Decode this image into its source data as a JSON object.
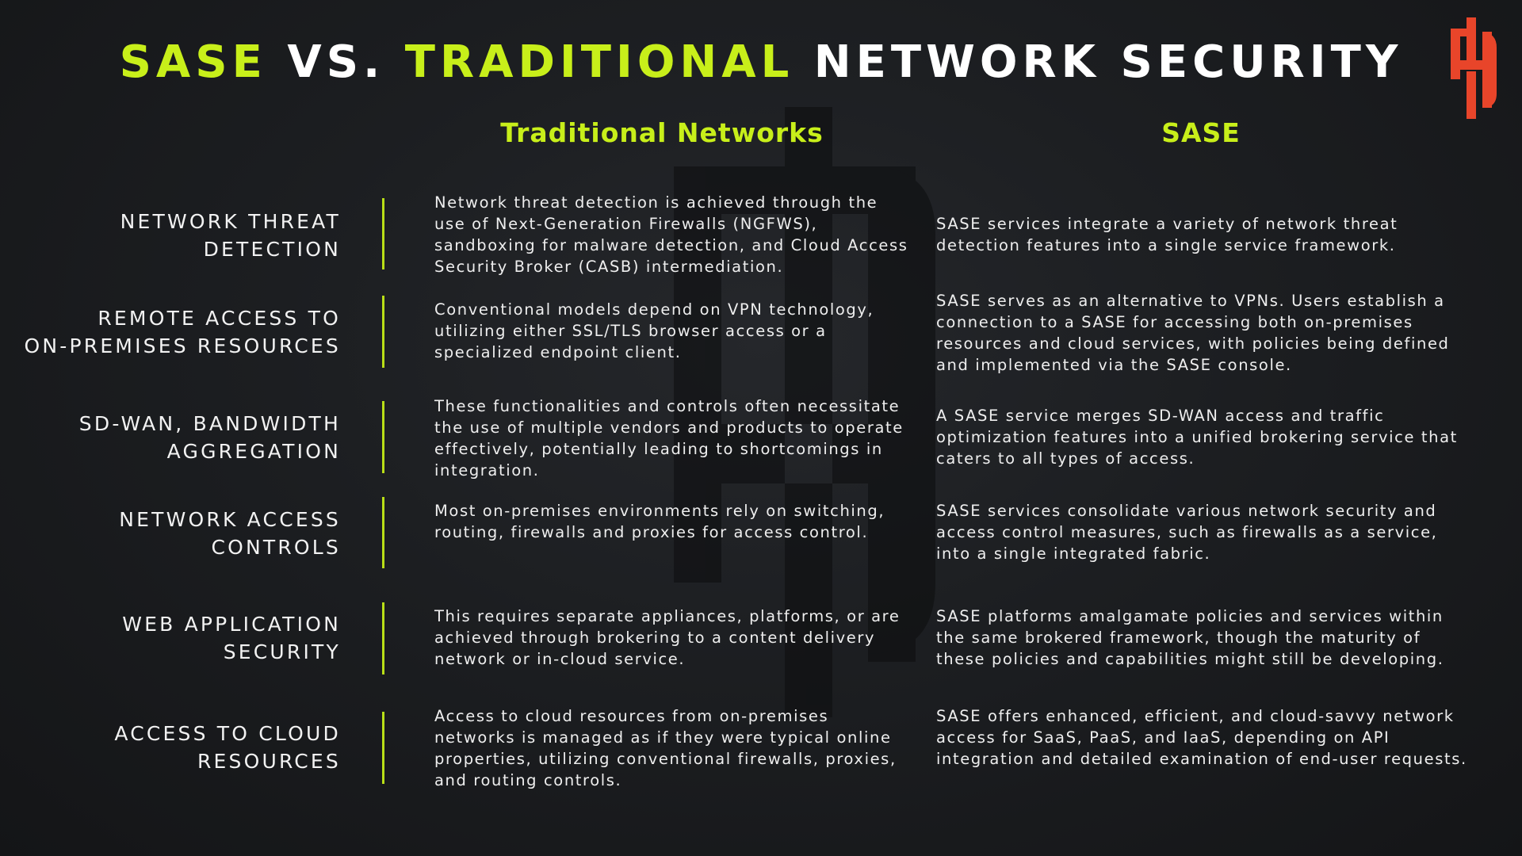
{
  "title": {
    "part1": "SASE",
    "part2": " VS. ",
    "part3": "TRADITIONAL",
    "part4": " NETWORK SECURITY"
  },
  "columns": {
    "traditional": "Traditional Networks",
    "sase": "SASE"
  },
  "rows": [
    {
      "label_line1": "NETWORK THREAT",
      "label_line2": "DETECTION",
      "traditional": "Network threat detection is achieved through the use of Next-Generation Firewalls (NGFWS), sandboxing for malware detection, and Cloud Access Security Broker (CASB) intermediation.",
      "sase": "SASE services integrate a variety of network threat detection features into a single service framework."
    },
    {
      "label_line1": "REMOTE ACCESS TO",
      "label_line2": "ON-PREMISES RESOURCES",
      "traditional": "Conventional models depend on VPN technology, utilizing either SSL/TLS browser access or a specialized endpoint client.",
      "sase": "SASE serves as an alternative to VPNs. Users establish a connection to a SASE for accessing both on-premises resources and cloud services, with policies being defined and implemented via the SASE console."
    },
    {
      "label_line1": "SD-WAN, BANDWIDTH",
      "label_line2": "AGGREGATION",
      "traditional": "These functionalities and controls often necessitate the use of multiple vendors and products to operate effectively, potentially leading to shortcomings in integration.",
      "sase": "A SASE service merges SD-WAN access and traffic optimization features into a unified brokering service that caters to all types of access."
    },
    {
      "label_line1": "NETWORK ACCESS",
      "label_line2": "CONTROLS",
      "traditional": "Most on-premises environments rely on switching, routing, firewalls and proxies for access control.",
      "sase": "SASE services consolidate various network security and access control measures, such as firewalls as a service, into a single integrated fabric."
    },
    {
      "label_line1": "WEB APPLICATION",
      "label_line2": "SECURITY",
      "traditional": "This requires separate appliances, platforms, or are achieved through brokering to a content delivery network or in-cloud service.",
      "sase": "SASE platforms amalgamate policies and services within the same brokered framework, though the maturity of these policies and capabilities might still be developing."
    },
    {
      "label_line1": "ACCESS TO CLOUD",
      "label_line2": "RESOURCES",
      "traditional": "Access to cloud resources from on-premises networks is managed as if they were typical online properties, utilizing conventional firewalls, proxies, and routing controls.",
      "sase": "SASE offers enhanced, efficient, and cloud-savvy network access for SaaS, PaaS, and IaaS, depending on API integration and detailed examination of end-user requests."
    }
  ],
  "colors": {
    "accent": "#c8ef1a",
    "logo": "#e8452a",
    "background": "#1c1e21"
  },
  "icons": {
    "logo": "brand-logo-icon",
    "watermark": "brand-watermark-icon"
  }
}
